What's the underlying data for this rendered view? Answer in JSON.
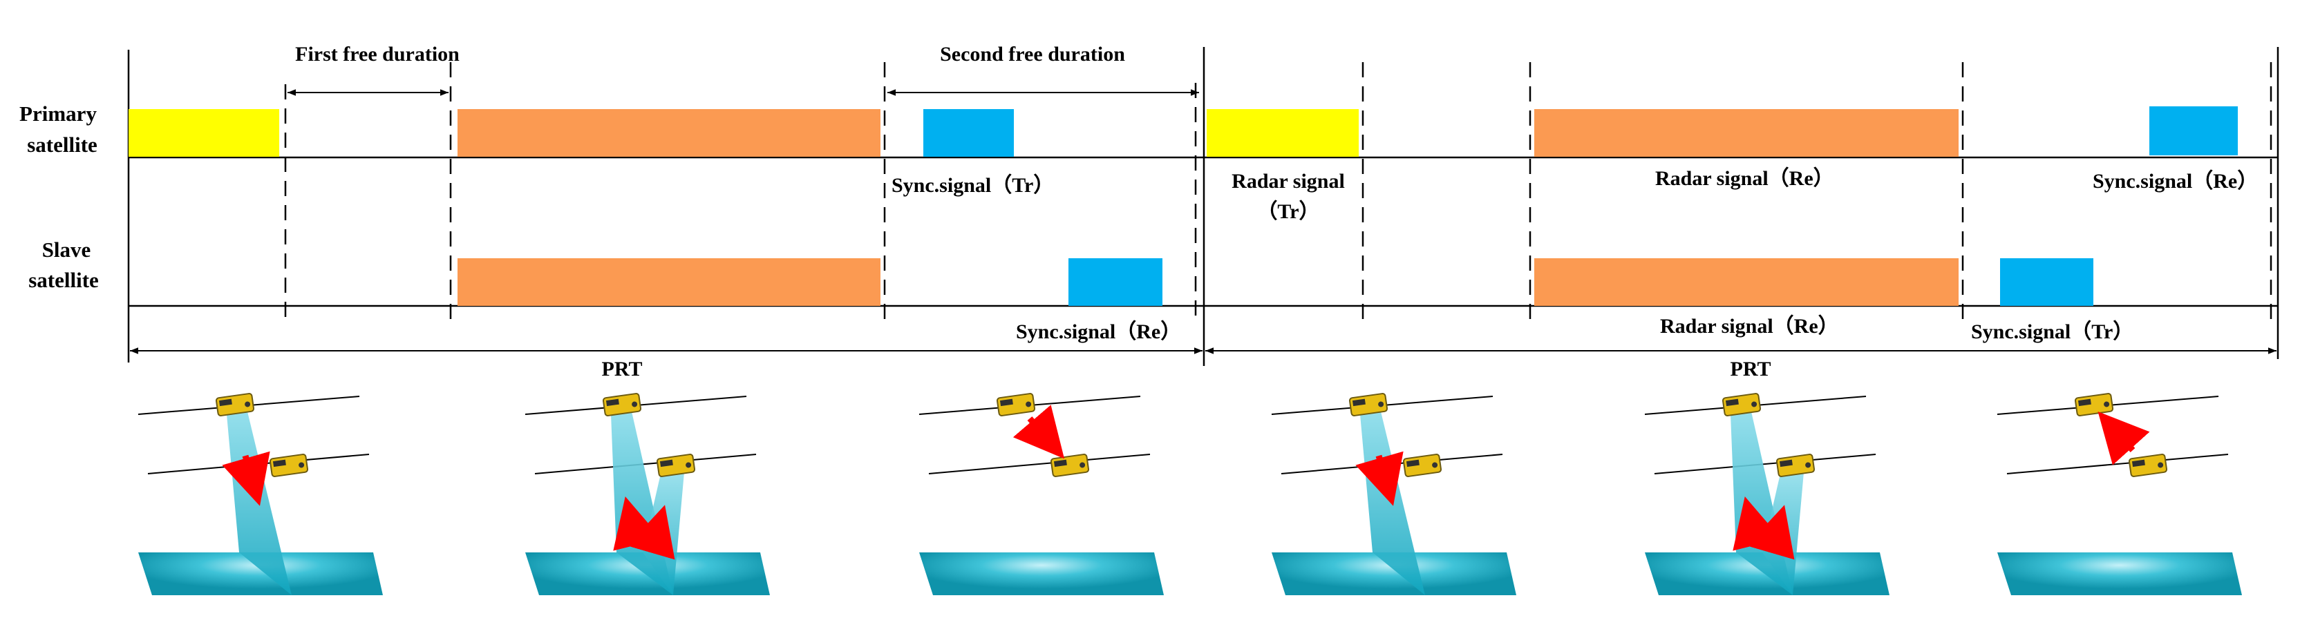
{
  "colors": {
    "yellow": "#FFFF00",
    "orange": "#FB9A52",
    "blue": "#00B0F0",
    "beam": "#18B4CC",
    "ground_dark": "#1599B0",
    "ground_light": "#A6E6F2",
    "arrow": "#FF0000",
    "satellite": "#E8BE14"
  },
  "rows": {
    "primary_line1": "Primary",
    "primary_line2": "satellite",
    "slave_line1": "Slave",
    "slave_line2": "satellite"
  },
  "intervals": {
    "first_free": "First free duration",
    "second_free": "Second free duration"
  },
  "labels": {
    "p_sync_tr": "Sync.signal（Tr）",
    "p_radar_tr_1": "Radar signal",
    "p_radar_tr_2": "（Tr）",
    "p_radar_re": "Radar signal（Re）",
    "p_sync_re": "Sync.signal（Re）",
    "s_sync_re": "Sync.signal（Re）",
    "s_radar_re": "Radar signal（Re）",
    "s_sync_tr": "Sync.signal（Tr）"
  },
  "prt": {
    "left": "PRT",
    "right": "PRT"
  },
  "illustrations": [
    {
      "beam": "down",
      "arrows": "down"
    },
    {
      "beam": "up",
      "arrows": "up"
    },
    {
      "beam": "none",
      "arrows": "to-slave"
    },
    {
      "beam": "down",
      "arrows": "down"
    },
    {
      "beam": "up",
      "arrows": "up"
    },
    {
      "beam": "none",
      "arrows": "to-primary"
    }
  ]
}
